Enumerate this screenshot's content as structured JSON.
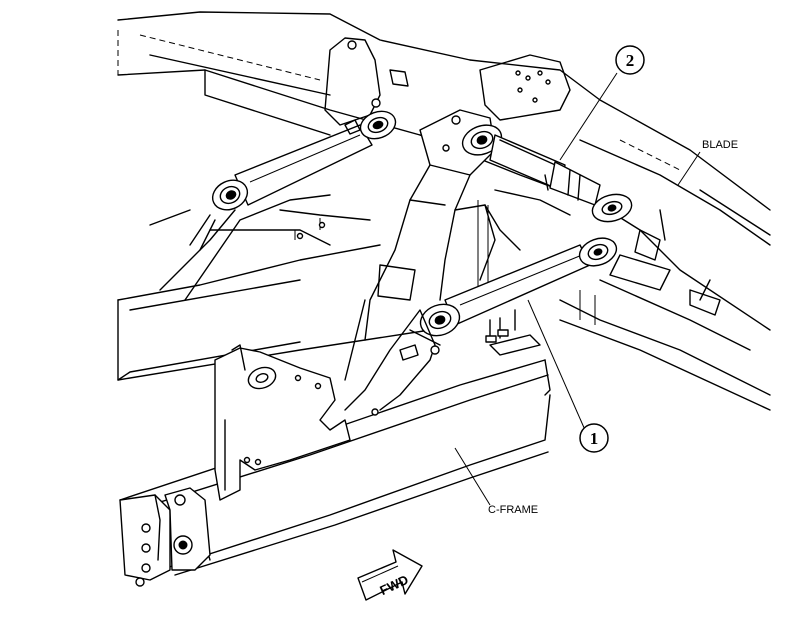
{
  "labels": {
    "blade": "BLADE",
    "c_frame": "C-FRAME",
    "callout_1": "1",
    "callout_2": "2",
    "fwd": "FWD"
  },
  "colors": {
    "line": "#000000",
    "background": "#ffffff"
  }
}
